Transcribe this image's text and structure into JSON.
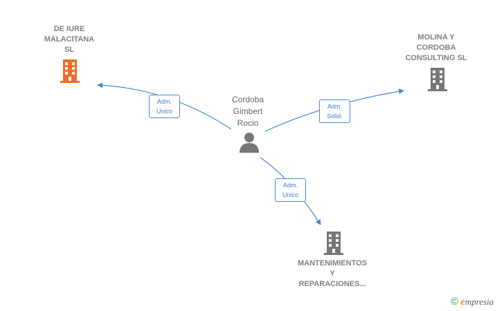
{
  "colors": {
    "edge": "#4a86d6",
    "highlight_company": "#f26b2a",
    "company": "#777777",
    "person": "#777777"
  },
  "person": {
    "name": "Cordoba\nGimbert\nRocio",
    "icon": "person-icon"
  },
  "companies": [
    {
      "name": "DE IURE\nMALACITANA\nSL",
      "icon": "building-icon",
      "highlight": true
    },
    {
      "name": "MOLINA Y\nCORDOBA\nCONSULTING SL",
      "icon": "building-icon",
      "highlight": false
    },
    {
      "name": "MANTENIMIENTOS\nY\nREPARACIONES...",
      "icon": "building-icon",
      "highlight": false
    }
  ],
  "relations": [
    {
      "label": "Adm.\nUnico",
      "to": 0
    },
    {
      "label": "Adm.\nSolid.",
      "to": 1
    },
    {
      "label": "Adm.\nUnico",
      "to": 2
    }
  ],
  "brand": {
    "copyright": "©",
    "e": "e",
    "rest": "mpresia"
  }
}
